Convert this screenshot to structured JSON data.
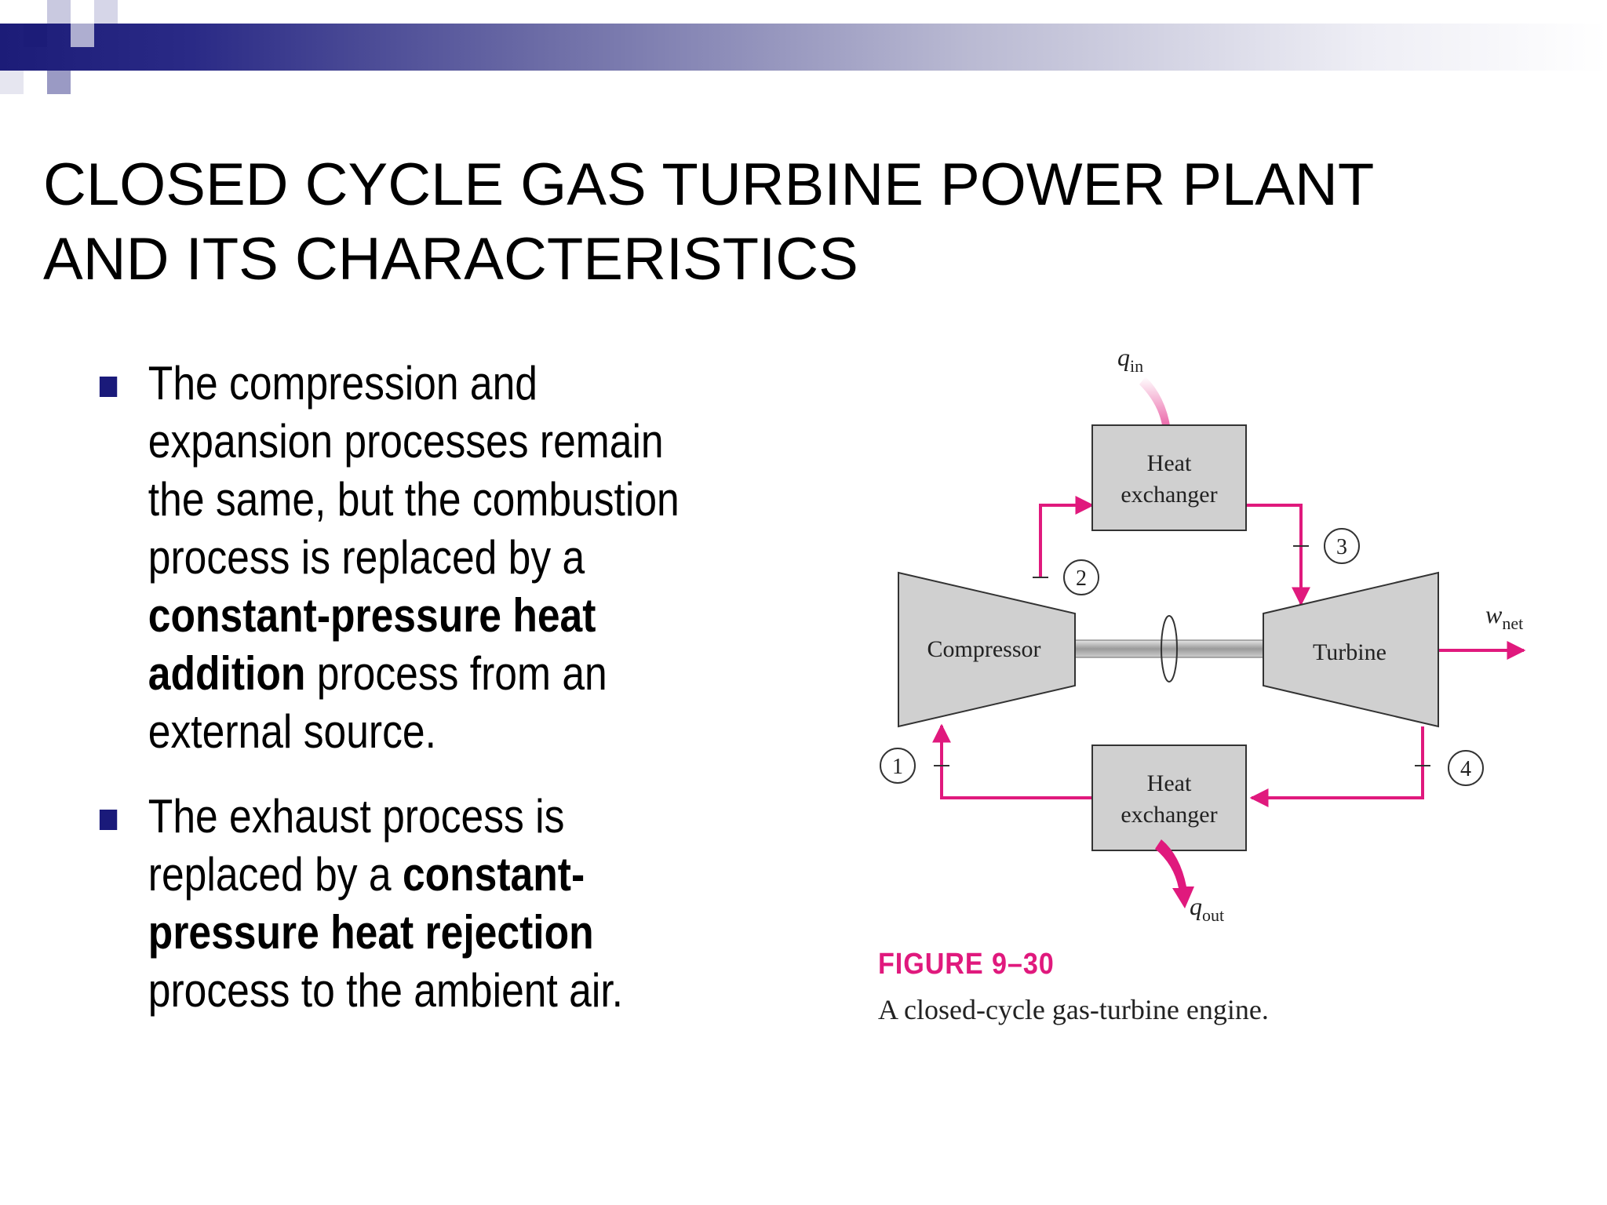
{
  "slide": {
    "title_line1": "CLOSED CYCLE GAS TURBINE POWER PLANT",
    "title_line2": "AND ITS CHARACTERISTICS",
    "bullets": [
      {
        "text1": "The compression and",
        "text2": "expansion processes remain",
        "text3": "the same, but the combustion",
        "text4": "process is replaced by a",
        "bold1": "constant-pressure heat",
        "bold2": "addition",
        "text5": " process from an",
        "text6": "external source."
      },
      {
        "text1": "The exhaust process is",
        "text2": "replaced by a ",
        "bold1": "constant-",
        "bold2": "pressure heat rejection",
        "text3": "process to the ambient air."
      }
    ]
  },
  "figure": {
    "q_in": "q",
    "q_in_sub": "in",
    "q_out": "q",
    "q_out_sub": "out",
    "w_net": "w",
    "w_net_sub": "net",
    "heat_exchanger_top_line1": "Heat",
    "heat_exchanger_top_line2": "exchanger",
    "heat_exchanger_bottom_line1": "Heat",
    "heat_exchanger_bottom_line2": "exchanger",
    "compressor": "Compressor",
    "turbine": "Turbine",
    "state1": "1",
    "state2": "2",
    "state3": "3",
    "state4": "4",
    "label": "FIGURE 9–30",
    "caption": "A closed-cycle gas-turbine engine."
  },
  "colors": {
    "flow_line": "#e0197d",
    "header_dark": "#1c1c78",
    "bullet_marker": "#1a1a7a",
    "component_fill": "#d0d0d0"
  }
}
